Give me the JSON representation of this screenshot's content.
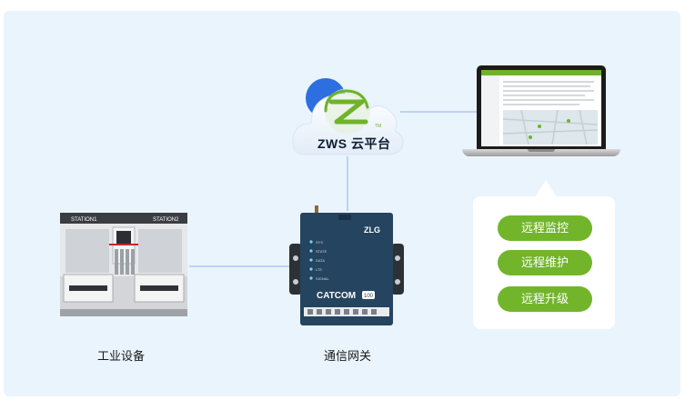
{
  "cloud": {
    "label": "ZWS 云平台",
    "tm": "TM"
  },
  "equipment": {
    "label": "工业设备",
    "station_left": "STATION1",
    "station_right": "STATION2"
  },
  "gateway": {
    "label": "通信网关",
    "brand": "ZLG",
    "model": "CATCOM",
    "model_suffix": "100",
    "leds": [
      "SYS",
      "STATE",
      "DATA",
      "LTE",
      "SIGNAL"
    ]
  },
  "functions": [
    "远程监控",
    "远程维护",
    "远程升级"
  ],
  "colors": {
    "panel": "#eaf4fd",
    "link": "#b9d3f3",
    "accent_green": "#72b52b",
    "cloud_blue": "#2d6fe0",
    "gateway_body": "#25445f"
  }
}
